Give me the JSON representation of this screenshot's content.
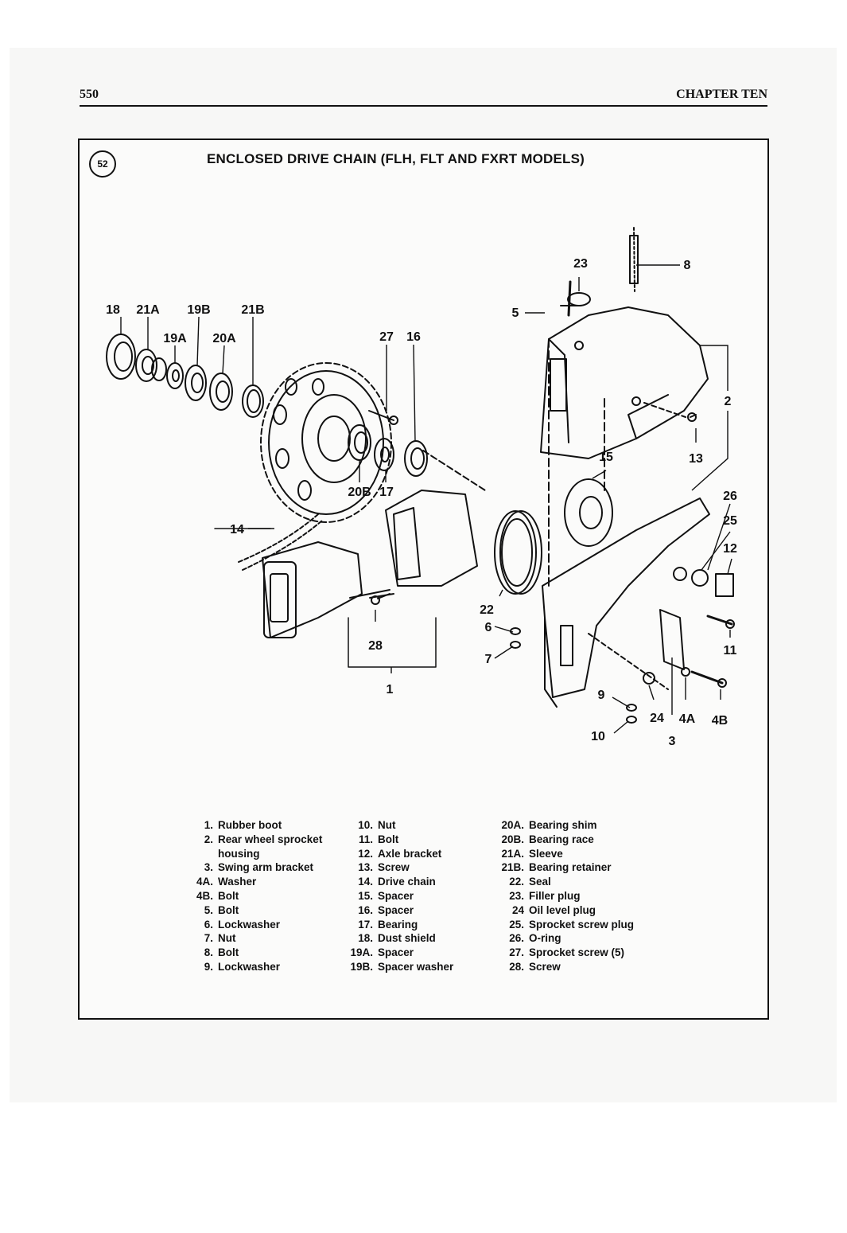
{
  "header": {
    "page_number": "550",
    "chapter": "CHAPTER TEN"
  },
  "figure": {
    "number": "52",
    "title": "ENCLOSED DRIVE CHAIN (FLH, FLT AND FXRT MODELS)"
  },
  "callouts": [
    "1",
    "2",
    "3",
    "4A",
    "4B",
    "5",
    "6",
    "7",
    "8",
    "9",
    "10",
    "11",
    "12",
    "13",
    "14",
    "15",
    "16",
    "17",
    "18",
    "19A",
    "19B",
    "20A",
    "20B",
    "21A",
    "21B",
    "22",
    "23",
    "24",
    "25",
    "26",
    "27",
    "28"
  ],
  "legend": {
    "col1": [
      {
        "num": "1.",
        "text": "Rubber boot"
      },
      {
        "num": "2.",
        "text": "Rear wheel sprocket",
        "cont": "housing"
      },
      {
        "num": "3.",
        "text": "Swing arm bracket"
      },
      {
        "num": "4A.",
        "text": "Washer"
      },
      {
        "num": "4B.",
        "text": "Bolt"
      },
      {
        "num": "5.",
        "text": "Bolt"
      },
      {
        "num": "6.",
        "text": "Lockwasher"
      },
      {
        "num": "7.",
        "text": "Nut"
      },
      {
        "num": "8.",
        "text": "Bolt"
      },
      {
        "num": "9.",
        "text": "Lockwasher"
      }
    ],
    "col2": [
      {
        "num": "10.",
        "text": "Nut"
      },
      {
        "num": "11.",
        "text": "Bolt"
      },
      {
        "num": "12.",
        "text": "Axle bracket"
      },
      {
        "num": "13.",
        "text": "Screw"
      },
      {
        "num": "14.",
        "text": "Drive chain"
      },
      {
        "num": "15.",
        "text": "Spacer"
      },
      {
        "num": "16.",
        "text": "Spacer"
      },
      {
        "num": "17.",
        "text": "Bearing"
      },
      {
        "num": "18.",
        "text": "Dust shield"
      },
      {
        "num": "19A.",
        "text": "Spacer"
      },
      {
        "num": "19B.",
        "text": "Spacer washer"
      }
    ],
    "col3": [
      {
        "num": "20A.",
        "text": "Bearing shim"
      },
      {
        "num": "20B.",
        "text": "Bearing race"
      },
      {
        "num": "21A.",
        "text": "Sleeve"
      },
      {
        "num": "21B.",
        "text": "Bearing retainer"
      },
      {
        "num": "22.",
        "text": "Seal"
      },
      {
        "num": "23.",
        "text": "Filler plug"
      },
      {
        "num": "24",
        "text": "Oil level plug"
      },
      {
        "num": "25.",
        "text": "Sprocket screw plug"
      },
      {
        "num": "26.",
        "text": "O-ring"
      },
      {
        "num": "27.",
        "text": "Sprocket screw (5)"
      },
      {
        "num": "28.",
        "text": "Screw"
      }
    ]
  }
}
